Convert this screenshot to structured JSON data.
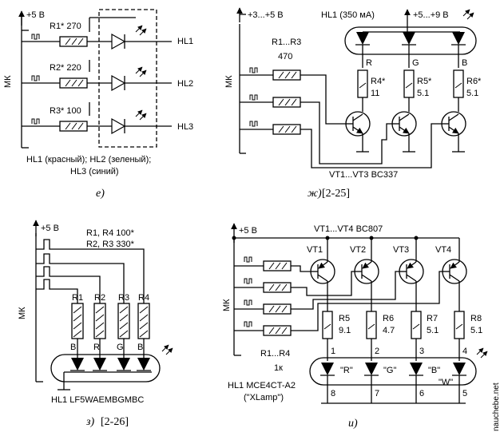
{
  "panel_e": {
    "supply": "+5 В",
    "mk": "МК",
    "r1": "R1* 270",
    "r2": "R2* 220",
    "r3": "R3* 100",
    "hl1": "HL1",
    "hl2": "HL2",
    "hl3": "HL3",
    "note1": "HL1 (красный); HL2 (зеленый);",
    "note2": "HL3 (синий)",
    "caption": "е)"
  },
  "panel_zh": {
    "supply_left": "+3...+5 В",
    "hl1": "HL1 (350 мА)",
    "supply_right": "+5...+9 В",
    "mk": "МК",
    "r13": "R1...R3",
    "r13_val": "470",
    "pin_r": "R",
    "pin_g": "G",
    "pin_b": "B",
    "r4": "R4*",
    "r4_val": "11",
    "r5": "R5*",
    "r5_val": "5.1",
    "r6": "R6*",
    "r6_val": "5.1",
    "vt": "VT1...VT3  BC337",
    "caption": "ж)",
    "ref": "[2-25]"
  },
  "panel_z": {
    "supply": "+5 В",
    "mk": "МК",
    "rvals1": "R1, R4 100*",
    "rvals2": "R2, R3 330*",
    "r1": "R1",
    "r2": "R2",
    "r3": "R3",
    "r4": "R4",
    "pin1": "B",
    "pin2": "R",
    "pin3": "G",
    "pin4": "B",
    "hl": "HL1  LF5WAEMBGMBC",
    "caption": "з)",
    "ref": "[2-26]"
  },
  "panel_i": {
    "supply": "+5 В",
    "vt": "VT1...VT4  BC807",
    "vt1": "VT1",
    "vt2": "VT2",
    "vt3": "VT3",
    "vt4": "VT4",
    "mk": "МК",
    "r5": "R5",
    "r5_val": "9.1",
    "r6": "R6",
    "r6_val": "4.7",
    "r7": "R7",
    "r7_val": "5.1",
    "r8": "R8",
    "r8_val": "5.1",
    "r14": "R1...R4",
    "r14_val": "1к",
    "p1": "1",
    "p2": "2",
    "p3": "3",
    "p4": "4",
    "p8": "8",
    "p7": "7",
    "p6": "6",
    "p5": "5",
    "lr": "\"R\"",
    "lg": "\"G\"",
    "lb": "\"B\"",
    "lw": "\"W\"",
    "hl": "HL1 MCE4CT-A2",
    "xl": "(\"XLamp\")",
    "caption": "и)"
  },
  "watermark": "nauchebe.net"
}
